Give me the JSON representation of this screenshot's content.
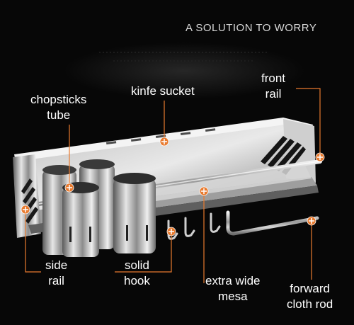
{
  "headline": "A SOLUTION TO WORRY",
  "accent_color": "#e87a2e",
  "labels": {
    "chopsticks_tube": "chopsticks\ntube",
    "knife_socket": "kinfe sucket",
    "front_rail": "front\nrail",
    "side_rail": "side\nrail",
    "solid_hook": "solid\nhook",
    "extra_wide_mesa": "extra wide\nmesa",
    "forward_cloth_rod": "forward\ncloth rod"
  }
}
